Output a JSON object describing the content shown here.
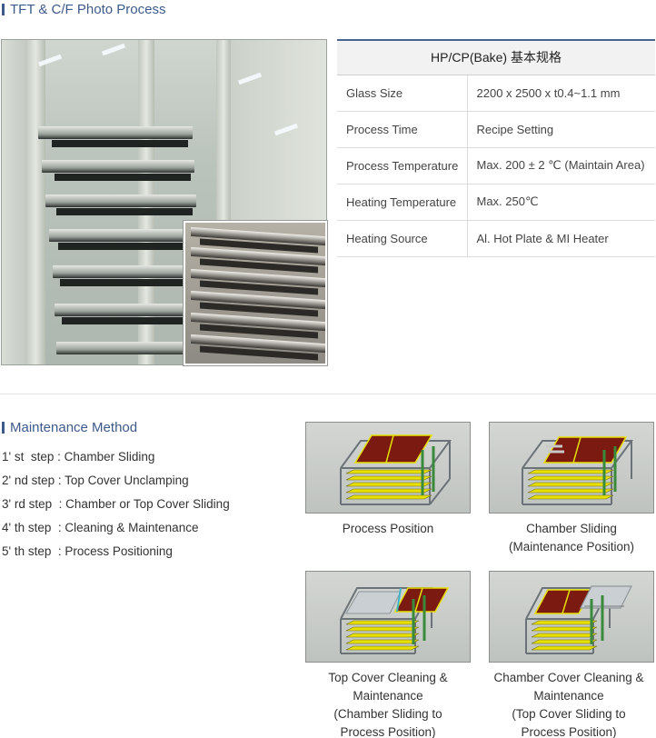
{
  "header": {
    "title": "TFT & C/F Photo Process"
  },
  "photo": {
    "main_alt": "HP/CP bake oven photo",
    "inset_alt": "close-up of heating plates"
  },
  "spec_table": {
    "title": "HP/CP(Bake) 基本规格",
    "rows": [
      {
        "label": "Glass Size",
        "value": "2200 x 2500 x t0.4~1.1 mm"
      },
      {
        "label": "Process Time",
        "value": "Recipe Setting"
      },
      {
        "label": "Process Temperature",
        "value": "Max. 200 ± 2 ℃ (Maintain Area)"
      },
      {
        "label": "Heating Temperature",
        "value": "Max. 250℃"
      },
      {
        "label": "Heating Source",
        "value": "Al. Hot Plate & MI Heater"
      }
    ]
  },
  "maintenance": {
    "title": "Maintenance Method",
    "steps": [
      "1' st  step : Chamber Sliding",
      "2' nd step : Top Cover Unclamping",
      "3' rd step  : Chamber or Top Cover Sliding",
      "4' th step  : Cleaning & Maintenance",
      "5' th step  : Process Positioning"
    ],
    "diagrams": [
      {
        "caption": "Process Position"
      },
      {
        "caption": "Chamber Sliding\n(Maintenance Position)"
      },
      {
        "caption": "Top Cover Cleaning &\nMaintenance\n(Chamber Sliding to\nProcess Position)"
      },
      {
        "caption": "Chamber Cover Cleaning &\nMaintenance\n(Top Cover Sliding to\nProcess Position)"
      }
    ]
  },
  "colors": {
    "accent": "#3d5a8a",
    "table_border": "#4a648f",
    "heater_plate": "#7a1a10",
    "glass_strip": "#e7e000"
  }
}
